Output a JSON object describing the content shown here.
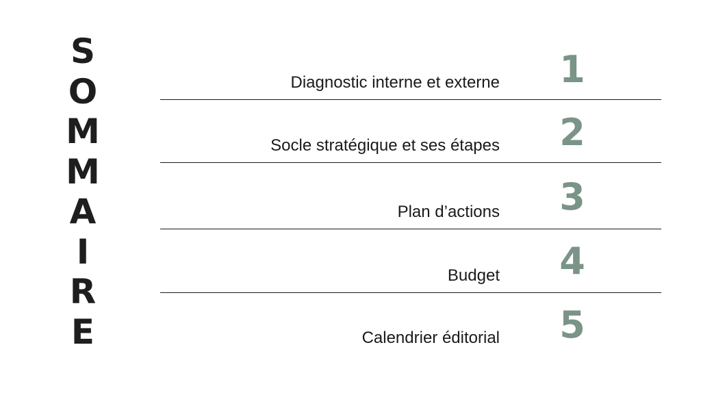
{
  "title_letters": [
    "S",
    "O",
    "M",
    "M",
    "A",
    "I",
    "R",
    "E"
  ],
  "accent_color": "#7a9487",
  "items": [
    {
      "number": "1",
      "label": "Diagnostic interne et externe"
    },
    {
      "number": "2",
      "label": "Socle stratégique et ses étapes"
    },
    {
      "number": "3",
      "label": "Plan d’actions"
    },
    {
      "number": "4",
      "label": "Budget"
    },
    {
      "number": "5",
      "label": "Calendrier éditorial"
    }
  ]
}
